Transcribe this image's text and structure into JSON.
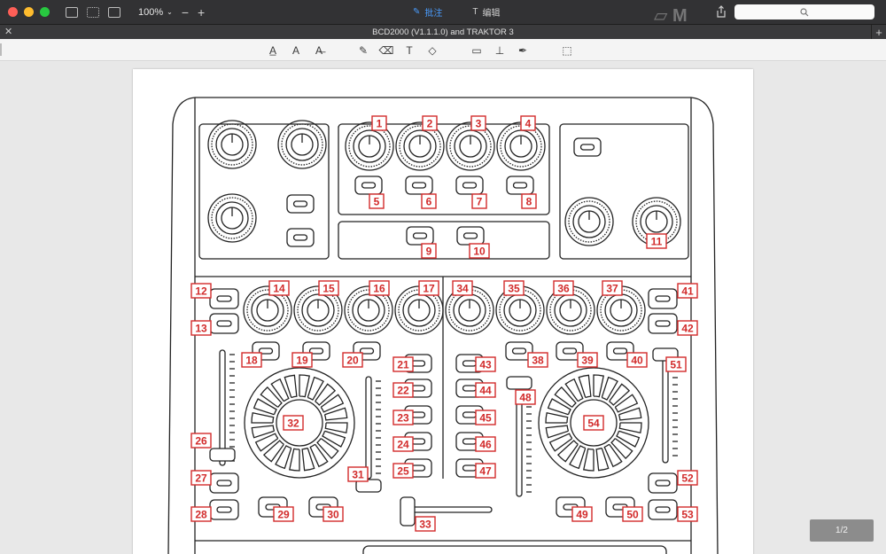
{
  "toolbar": {
    "zoom_label": "100%",
    "annotate_label": "批注",
    "edit_label": "编辑"
  },
  "document": {
    "title": "BCD2000 (V1.1.1.0) and TRAKTOR 3",
    "page_indicator": "1/2"
  },
  "colors": {
    "accent": "#4a9dff",
    "label_red": "#d22b2b"
  },
  "diagram": {
    "labels": [
      "1",
      "2",
      "3",
      "4",
      "5",
      "6",
      "7",
      "8",
      "9",
      "10",
      "11",
      "12",
      "13",
      "14",
      "15",
      "16",
      "17",
      "18",
      "19",
      "20",
      "21",
      "22",
      "23",
      "24",
      "25",
      "26",
      "27",
      "28",
      "29",
      "30",
      "31",
      "32",
      "33",
      "34",
      "35",
      "36",
      "37",
      "38",
      "39",
      "40",
      "41",
      "42",
      "43",
      "44",
      "45",
      "46",
      "47",
      "48",
      "49",
      "50",
      "51",
      "52",
      "53",
      "54"
    ]
  }
}
